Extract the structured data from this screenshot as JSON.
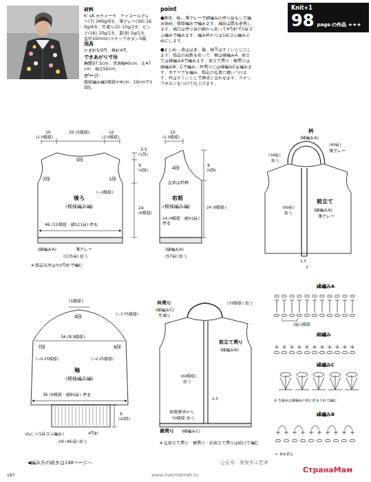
{
  "diagram": {
    "nodes": [
      {
        "text": [
          "Knit+1",
          "98",
          "page の作品 ★★★"
        ]
      }
    ],
    "labels": [
      "材料",
      "K' sK カラメーラ　チャコールグレー(7) 340g/9玉、薄グレー(39) 160g/4玉、生成り(2) 15g/1玉、ピンク(16) 10g/1玉、黄(8) 5g/1玉、直径10mmのスナップボタン5個。",
      "用具",
      "かぎ針5/0号、棒針4号。",
      "できあがり寸法",
      "胸囲97.5cm、背肩幅40cm、丈47cm、袖丈50cm。",
      "ゲージ",
      "模様編み編1模様が4cm、10cmで10段。",
      "point",
      "●身頃、袖…薄グレーで鎖編みの作り目をして編み始め、模様編みで編みます。減目は図を参照します。袖口は作り目の鎖から拾って4号針で1目ゴム編みで編みます。編み終わりは1目ゴム編み止めにします。",
      "●まとめ…肩ははぎ、脇、袖下はすくいとじにします。指定の目数を拾って、裾は縁編みA、前立ては縁編みAで編みます。前立て周り・裾周りは縁編みB、Cで編み、衿周りには縁編みCを編みます。モチーフを編み、指定の位置に縫いつけます。衿はすくいとじで身頃と合わせます。スナップボタンをつけて仕上げます。",
      "10",
      "(2.5模様)",
      "20 (5模様)",
      "10",
      "(2.5模様)",
      "3段",
      "2段",
      "1段",
      "後ろ",
      "(模様編み編)",
      "(−1模様)",
      "46 (12模様・鎖121目) 作る",
      "(縁編みA)",
      "薄グレー",
      "(115目) 拾う",
      "※ 指定以外は5/0号針で編む",
      "3.5",
      "(1段)",
      "9",
      "(9段)",
      "24",
      "(6模様)",
      "10",
      "(2.5模様)",
      "4段",
      "左前は対称",
      "右前",
      "(模様編み編)",
      "24 (6模様・鎖61目) 作る",
      "9",
      "(9段)",
      "24 (6模様)",
      "(縁編みA)",
      "(57目) 拾う",
      "衿",
      "(縁編みA)",
      "(49目)",
      "薄グレー",
      "(34目)",
      "拾う",
      "前立て",
      "(縁編みA)",
      "薄グレー",
      "(80目)",
      "拾う",
      "1.5",
      "3",
      "(1模様)",
      "8段",
      "(−3.75模様)",
      "34 (8.5模様)",
      "7段",
      "6段",
      "(−0.25模様)",
      "(−0.25模様)",
      "袖",
      "(模様編み編)",
      "36 (9模様・鎖91目) 作る",
      "(ねじり1目ゴム編み)",
      "4号針",
      "19 (46目) 拾う",
      "6",
      "(20段)",
      "衿周り",
      "(縁編みC)",
      "生成り",
      "(31模様)",
      "拾う",
      "前立て周り",
      "(縁編みB)",
      "(80模様)",
      "拾う",
      "0.5",
      "前後身頃から",
      "59模様 拾う",
      "裾周り",
      "(縁編みC)",
      "※ 左前立て周り・裾周り・右前立て周りは続けて編む",
      "縁編みA",
      "2目1模様",
      "細編み",
      "縁編みC",
      "※ 五線みは縁編みの頭に針を入れて編む",
      "縁編みB",
      "← 糸を切る",
      "◀編み方の続きは198ページへ",
      "197",
      "公众号 · 安安手工艺术",
      "www.liveinternet.ru",
      "СтранаМам"
    ]
  }
}
